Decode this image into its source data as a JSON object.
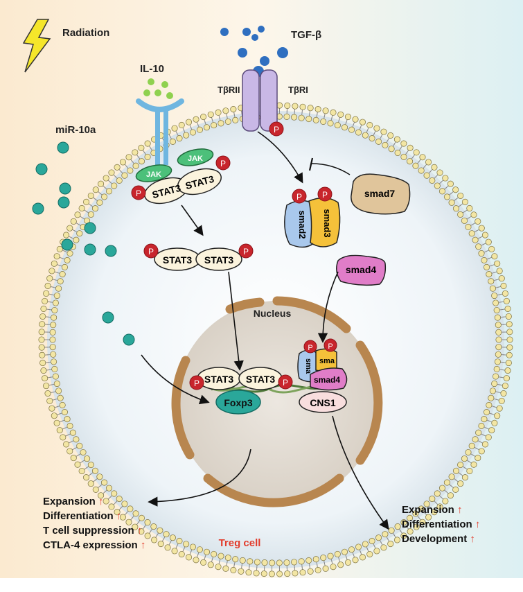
{
  "labels": {
    "radiation": "Radiation",
    "il10": "IL-10",
    "tgfb": "TGF-β",
    "tbrii": "TβRII",
    "tbri": "TβRI",
    "mir10a": "miR-10a",
    "jak": "JAK",
    "stat3": "STAT3",
    "p": "P",
    "smad2": "smad2",
    "smad2_cut": "sma",
    "smad3": "smad3",
    "smad3_cut": "sma",
    "smad4": "smad4",
    "smad7": "smad7",
    "nucleus": "Nucleus",
    "cns1": "CNS1",
    "foxp3": "Foxp3",
    "treg": "Treg cell"
  },
  "outcomes_left": [
    {
      "text": "Expansion",
      "arrow": "↑"
    },
    {
      "text": "Differentiation",
      "arrow": "↑"
    },
    {
      "text": "T cell suppression",
      "arrow": "↑"
    },
    {
      "text": "CTLA-4 expression",
      "arrow": "↑"
    }
  ],
  "outcomes_right": [
    {
      "text": "Expansion",
      "arrow": "↑"
    },
    {
      "text": "Differentiation",
      "arrow": "↑"
    },
    {
      "text": "Development",
      "arrow": "↑"
    }
  ],
  "colors": {
    "phospho": "#c8252c",
    "mirna": "#2aa79a",
    "tgf": "#2f6fc0",
    "il10_ligand": "#8fd14f",
    "receptor": "#c9b8e6",
    "il10r": "#6fb6e0",
    "jak": "#4cc07a",
    "stat3": "#fbf3dd",
    "smad2": "#a9c8ec",
    "smad3": "#f5c13a",
    "smad4": "#e07dc8",
    "smad7": "#e0c59b",
    "nucleus_wall": "#b8864f",
    "foxp3": "#2aa79a",
    "up_arrow": "#e23b2b",
    "treg_label": "#e23b2b"
  }
}
